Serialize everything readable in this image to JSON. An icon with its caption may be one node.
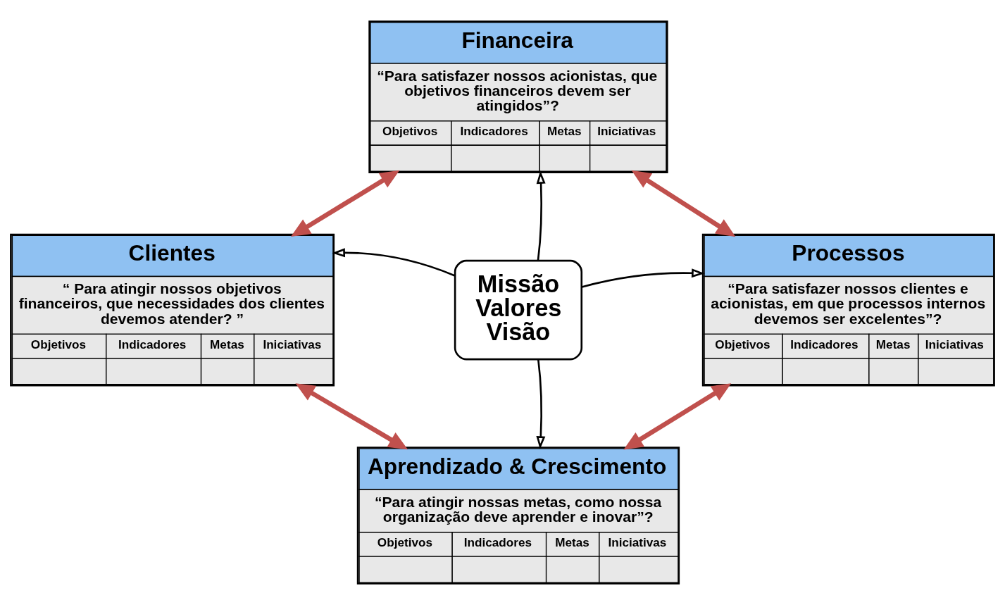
{
  "diagram": {
    "nodes": [
      {
        "text": [
          "Financeira",
          "“Para satisfazer nossos acionistas, que objetivos financeiros devem ser atingidos”?",
          "Objetivos",
          "Indicadores",
          "Metas",
          "Iniciativas"
        ]
      },
      {
        "text": [
          "Clientes",
          "“ Para atingir nossos objetivos financeiros, que necessidades dos clientes devemos atender? ”",
          "Objetivos",
          "Indicadores",
          "Metas",
          "Iniciativas"
        ]
      },
      {
        "text": [
          "Missão",
          "Valores",
          "Visão"
        ]
      },
      {
        "text": [
          "Processos",
          "“Para satisfazer nossos clientes e acionistas, em que processos internos devemos ser excelentes”?",
          "Objetivos",
          "Indicadores",
          "Metas",
          "Iniciativas"
        ]
      },
      {
        "text": [
          "Aprendizado & Crescimento",
          "“Para atingir nossas metas, como nossa organização deve aprender e inovar”?",
          "Objetivos",
          "Indicadores",
          "Metas",
          "Iniciativas"
        ]
      }
    ],
    "edges": [
      {
        "from": 2,
        "to": 0,
        "arrow": "to"
      },
      {
        "from": 2,
        "to": 1,
        "arrow": "to"
      },
      {
        "from": 2,
        "to": 3,
        "arrow": "to"
      },
      {
        "from": 2,
        "to": 4,
        "arrow": "to"
      },
      {
        "from": 1,
        "to": 0,
        "arrow": "both",
        "style": "thick",
        "color": "#c0504d"
      },
      {
        "from": 0,
        "to": 3,
        "arrow": "both",
        "style": "thick",
        "color": "#c0504d"
      },
      {
        "from": 1,
        "to": 4,
        "arrow": "both",
        "style": "thick",
        "color": "#c0504d"
      },
      {
        "from": 3,
        "to": 4,
        "arrow": "both",
        "style": "thick",
        "color": "#c0504d"
      }
    ]
  }
}
